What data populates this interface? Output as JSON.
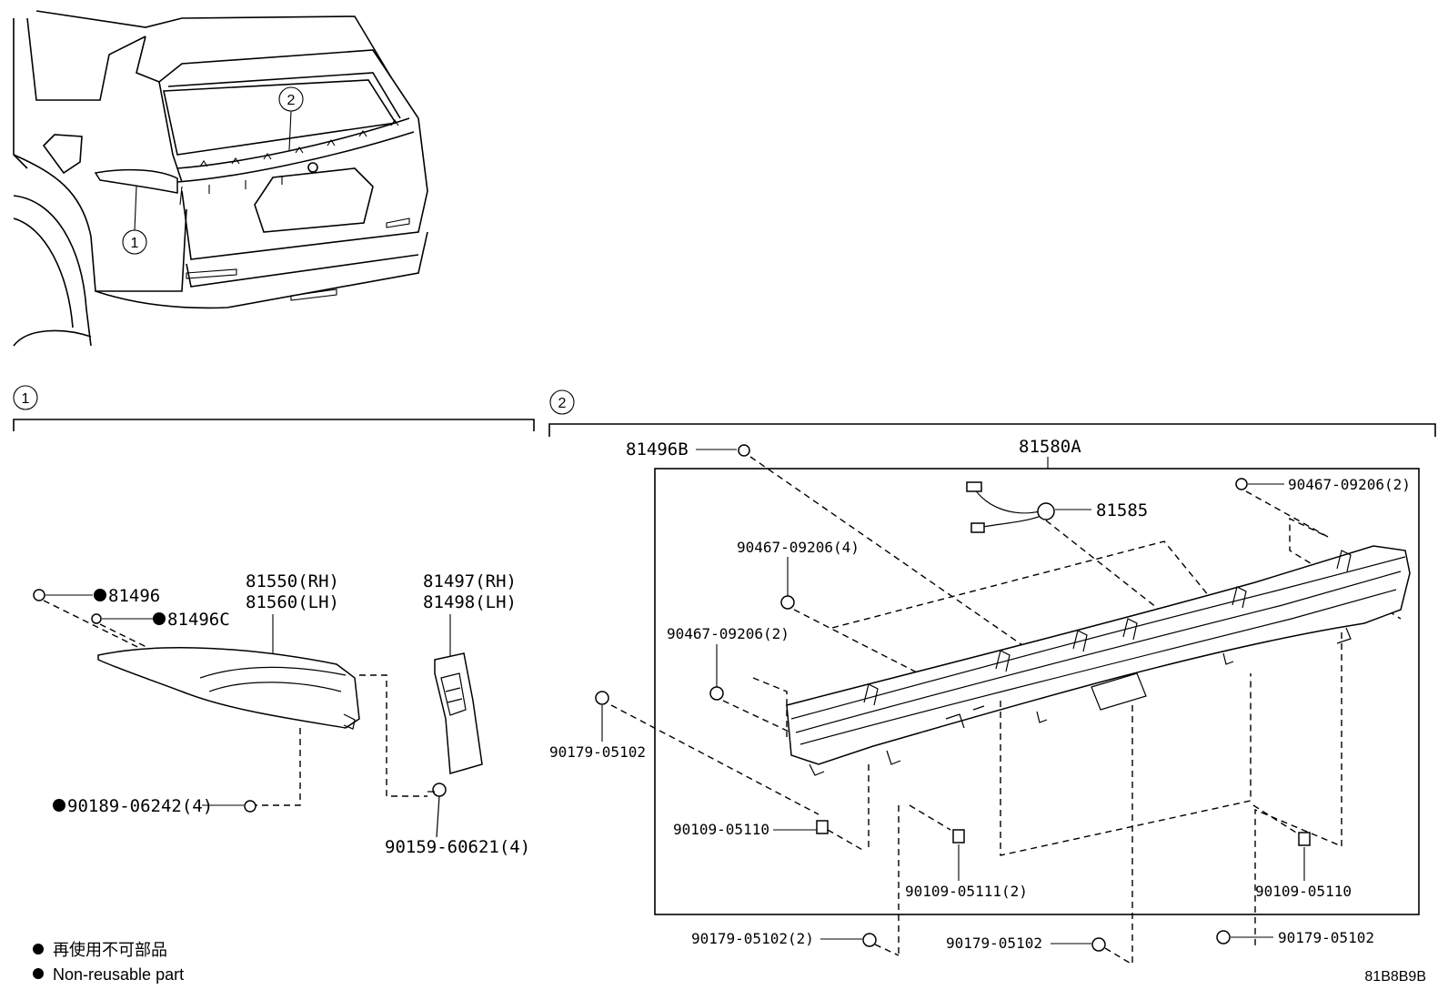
{
  "callouts": {
    "one": "1",
    "two": "2"
  },
  "section1": {
    "label": "1",
    "parts": {
      "p81496": "81496",
      "p81496C": "81496C",
      "p81550": "81550(RH)",
      "p81560": "81560(LH)",
      "p81497": "81497(RH)",
      "p81498": "81498(LH)",
      "p90189": "90189-06242(4)",
      "p90159": "90159-60621(4)"
    }
  },
  "section2": {
    "label": "2",
    "parts": {
      "p81496B": "81496B",
      "p81580A": "81580A",
      "p81585": "81585",
      "p90467_2_top": "90467-09206(2)",
      "p90467_4": "90467-09206(4)",
      "p90467_2_left": "90467-09206(2)",
      "p90179_left": "90179-05102",
      "p90109_05110_left": "90109-05110",
      "p90109_05111": "90109-05111(2)",
      "p90109_05110_right": "90109-05110",
      "p90179_bottom_left": "90179-05102(2)",
      "p90179_bottom_mid": "90179-05102",
      "p90179_bottom_right": "90179-05102"
    }
  },
  "legend": {
    "jp": "再使用不可部品",
    "en": "Non-reusable part"
  },
  "diagram_code": "81B8B9B"
}
